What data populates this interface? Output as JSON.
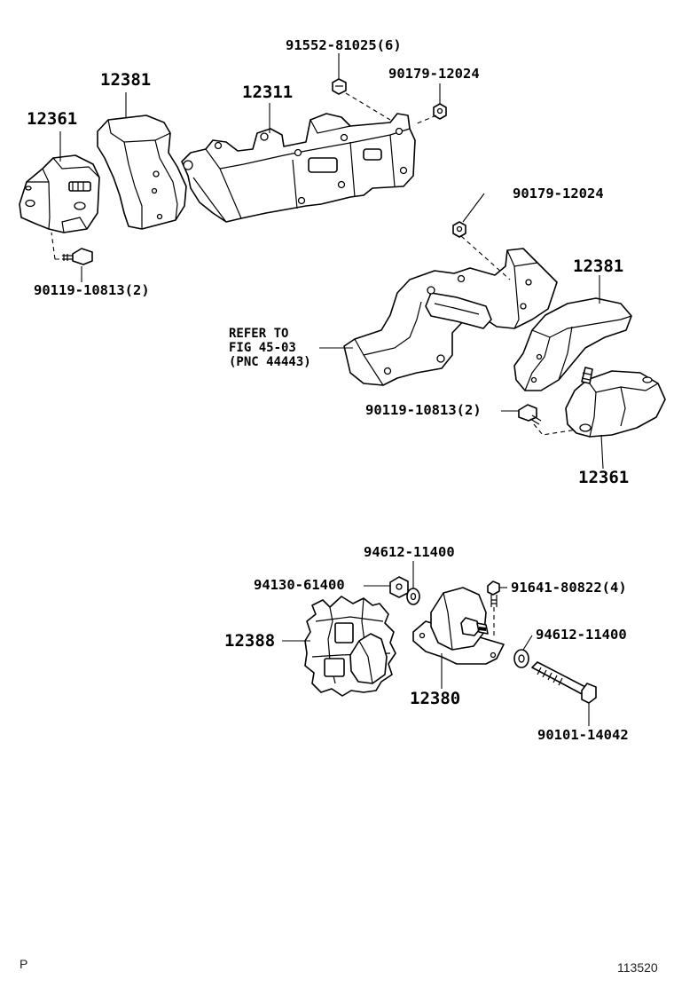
{
  "upper_group": {
    "bolt_label": "91552-81025(6)",
    "nut_label_top": "90179-12024",
    "nut_label_right": "90179-12024",
    "crossmember_label": "12311",
    "insulator_left_label": "12381",
    "insulator_right_label": "12381",
    "mount_left_label": "12361",
    "mount_right_label": "12361",
    "washer_bolt_left_label": "90119-10813(2)",
    "washer_bolt_right_label": "90119-10813(2)",
    "refer_note": {
      "line1": "REFER TO",
      "line2": "FIG 45-03",
      "line3": "(PNC 44443)"
    }
  },
  "lower_group": {
    "washer_top_label": "94612-11400",
    "nut_label": "94130-61400",
    "bolt_label": "91641-80822(4)",
    "washer_right_label": "94612-11400",
    "stopper_label": "12388",
    "rear_mount_label": "12380",
    "through_bolt_label": "90101-14042"
  },
  "footer": {
    "corner_mark": "P",
    "figure_number": "113520"
  },
  "colors": {
    "line": "#000000",
    "background": "#ffffff"
  }
}
